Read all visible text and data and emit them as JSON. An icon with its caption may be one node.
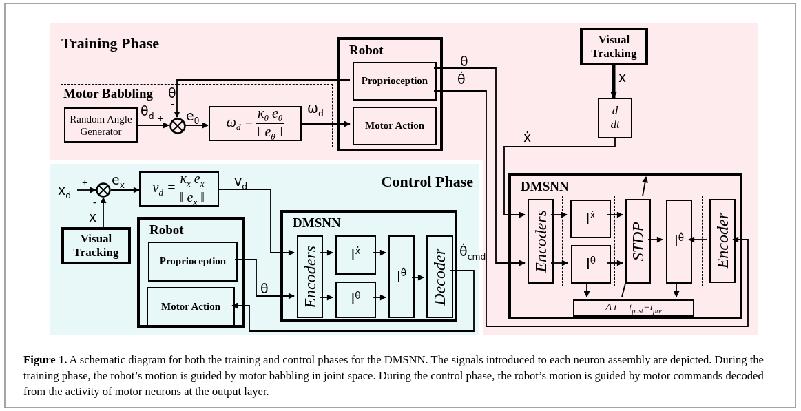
{
  "diagram": {
    "caption": "**Figure 1.**  A schematic diagram for both the training and control phases for the DMSNN. The signals introduced to each neuron assembly are depicted. During the training phase, the robot’s motion is guided by motor babbling in joint space. During the control phase, the robot’s motion is guided by motor commands decoded from the activity of motor neurons at the output layer.",
    "nodes": [
      {
        "text": [
          "Training Phase"
        ]
      },
      {
        "text": [
          "Robot"
        ],
        "in": 0
      },
      {
        "text": [
          "Proprioception"
        ],
        "in": 1
      },
      {
        "text": [
          "Motor Action"
        ],
        "in": 1
      },
      {
        "text": [
          "Visual Tracking"
        ],
        "in": 0
      },
      {
        "text": [
          "Motor Babbling"
        ],
        "in": 0
      },
      {
        "text": [
          "Random Angle Generator"
        ],
        "in": 5
      },
      {
        "text": [],
        "shape": "circle",
        "in": 5
      },
      {
        "text": [
          "ω$_{d}$ =",
          "κ$_{θ}$ e$_{θ}$",
          "‖ e$_{θ}$ ‖"
        ],
        "in": 5
      },
      {
        "text": [
          "d",
          "dt"
        ],
        "in": 0
      },
      {
        "text": [
          "DMSNN"
        ],
        "in": 0
      },
      {
        "text": [
          "Encoders"
        ],
        "in": 10
      },
      {
        "text": [],
        "shape": "box",
        "in": 10
      },
      {
        "text": [
          "l$^{ẋ}$"
        ],
        "in": 12
      },
      {
        "text": [
          "l$^{θ}$"
        ],
        "in": 12
      },
      {
        "text": [
          "STDP"
        ],
        "in": 10
      },
      {
        "text": [],
        "shape": "box",
        "in": 10
      },
      {
        "text": [
          "l$^{θ̇}$"
        ],
        "in": 16
      },
      {
        "text": [
          "Encoder"
        ],
        "in": 10
      },
      {
        "text": [
          "Δ t = t$_{post}$−t$_{pre}$"
        ],
        "in": 10
      },
      {
        "text": [
          "Control Phase"
        ]
      },
      {
        "text": [],
        "shape": "circle",
        "in": 20
      },
      {
        "text": [
          "v$_{d}$ =",
          "κ$_{x}$ e$_{x}$",
          "‖ e$_{x}$ ‖"
        ],
        "in": 20
      },
      {
        "text": [
          "Visual Tracking"
        ],
        "in": 20
      },
      {
        "text": [
          "Robot"
        ],
        "in": 20
      },
      {
        "text": [
          "Proprioception"
        ],
        "in": 24
      },
      {
        "text": [
          "Motor Action"
        ],
        "in": 24
      },
      {
        "text": [
          "DMSNN"
        ],
        "in": 20
      },
      {
        "text": [
          "Encoders"
        ],
        "in": 27
      },
      {
        "text": [
          "l$^{ẋ}$"
        ],
        "in": 27
      },
      {
        "text": [
          "l$^{θ}$"
        ],
        "in": 27
      },
      {
        "text": [
          "l$^{θ̇}$"
        ],
        "in": 27
      },
      {
        "text": [
          "Decoder"
        ],
        "in": 27
      }
    ],
    "edges": [
      {
        "from": 2,
        "to": 7,
        "arrow": "to",
        "label": "θ"
      },
      {
        "from": 6,
        "to": 7,
        "arrow": "to",
        "label": "θ$_{d}$"
      },
      {
        "from": 7,
        "to": 8,
        "arrow": "to",
        "label": "e$_{θ}$"
      },
      {
        "from": 8,
        "to": 3,
        "arrow": "to",
        "label": "ω$_{d}$"
      },
      {
        "from": 4,
        "to": 9,
        "arrow": "to",
        "label": "x",
        "style": "thick"
      },
      {
        "from": 2,
        "to": 11,
        "arrow": "to",
        "label": "θ"
      },
      {
        "from": 2,
        "to": 18,
        "arrow": "to",
        "label": "θ̇"
      },
      {
        "from": 9,
        "to": 11,
        "arrow": "to",
        "label": "ẋ"
      },
      {
        "from": 11,
        "to": 13,
        "arrow": "to"
      },
      {
        "from": 11,
        "to": 14,
        "arrow": "to"
      },
      {
        "from": 13,
        "to": 15,
        "arrow": "to"
      },
      {
        "from": 14,
        "to": 15,
        "arrow": "to"
      },
      {
        "from": 15,
        "to": 17,
        "arrow": "to"
      },
      {
        "from": 18,
        "to": 17,
        "arrow": "to"
      },
      {
        "from": 12,
        "to": 19,
        "arrow": "to"
      },
      {
        "from": 16,
        "to": 19,
        "arrow": "to"
      },
      {
        "from": 19,
        "to": 15,
        "arrow": "none"
      },
      {
        "from": 15,
        "to": null,
        "arrow": "to"
      },
      {
        "from": null,
        "to": 21,
        "arrow": "to",
        "label": "x$_{d}$"
      },
      {
        "from": 23,
        "to": 21,
        "arrow": "to",
        "label": "x"
      },
      {
        "from": 21,
        "to": 22,
        "arrow": "to",
        "label": "e$_{x}$"
      },
      {
        "from": 22,
        "to": 28,
        "arrow": "to",
        "label": "v$_{d}$"
      },
      {
        "from": 25,
        "to": 28,
        "arrow": "to",
        "label": "θ"
      },
      {
        "from": 28,
        "to": 29,
        "arrow": "to"
      },
      {
        "from": 28,
        "to": 30,
        "arrow": "to"
      },
      {
        "from": 29,
        "to": 31,
        "arrow": "to"
      },
      {
        "from": 30,
        "to": 31,
        "arrow": "to"
      },
      {
        "from": 31,
        "to": 32,
        "arrow": "to"
      },
      {
        "from": 32,
        "to": 26,
        "arrow": "to",
        "label": "θ̇$_{cmd}$"
      }
    ],
    "labels": [
      "+",
      "-",
      "+",
      "-"
    ]
  }
}
